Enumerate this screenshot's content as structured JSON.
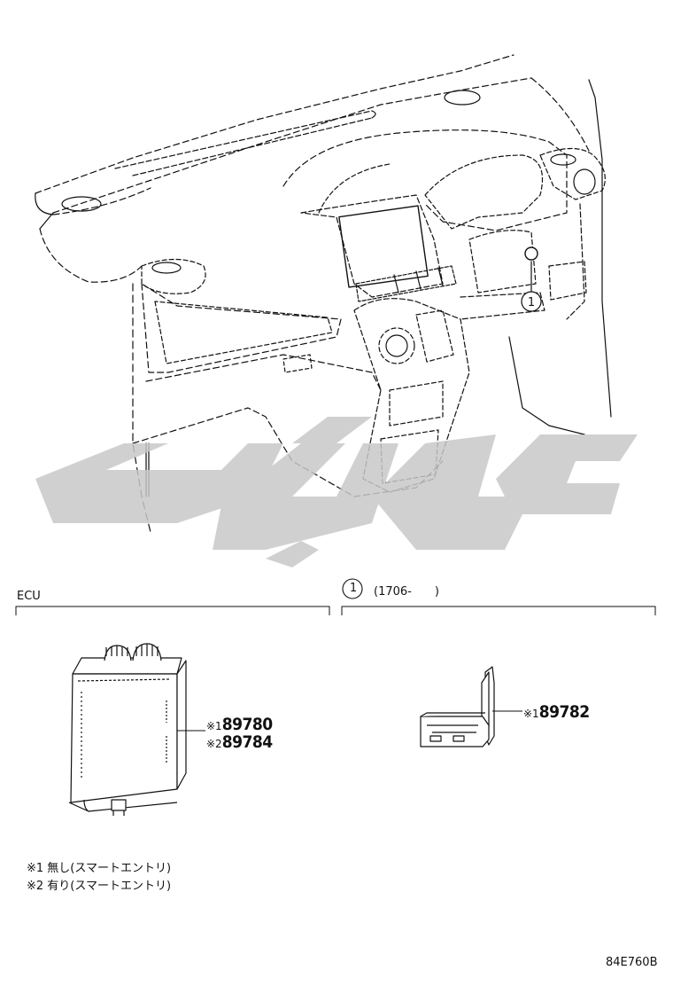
{
  "sections": {
    "left_title": "ECU",
    "right_callout_number": "1",
    "right_range": "(1706-　　)"
  },
  "callout_marker": "1",
  "parts": [
    {
      "mark": "※1",
      "number": "89780"
    },
    {
      "mark": "※2",
      "number": "89784"
    },
    {
      "mark": "※1",
      "number": "89782"
    }
  ],
  "notes": [
    "※1 無し(スマートエントリ)",
    "※2 有り(スマートエントリ)"
  ],
  "diagram_code": "84E760B",
  "watermark": {
    "text_logo": "تویوتا",
    "color": "#c8c8c8"
  },
  "icons": [
    "ecu-module-drawing",
    "bracket-drawing",
    "dashboard-drawing"
  ]
}
